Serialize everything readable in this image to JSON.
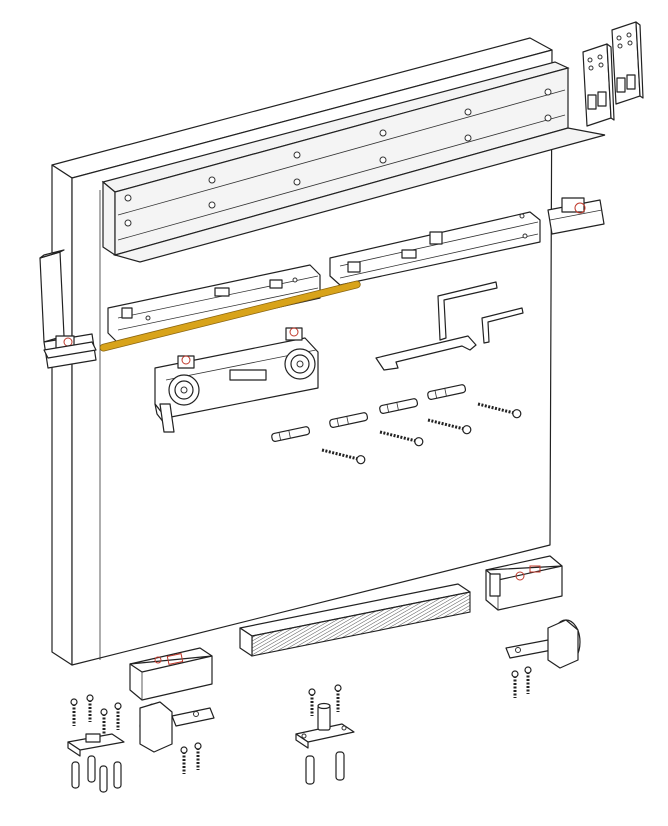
{
  "diagram": {
    "kind": "exploded-hardware-assembly",
    "colors": {
      "outline": "#222222",
      "background": "#ffffff",
      "accent_rod": "#d8a31a",
      "accent_red": "#c0392b",
      "panel_fill": "#ffffff"
    },
    "parts": [
      {
        "name": "door-panel"
      },
      {
        "name": "top-track-rail"
      },
      {
        "name": "end-cap-plates",
        "count": 2
      },
      {
        "name": "soft-close-damper",
        "count": 2
      },
      {
        "name": "track-end-stoppers",
        "count": 3
      },
      {
        "name": "connecting-rod"
      },
      {
        "name": "top-roller-trolley"
      },
      {
        "name": "hex-keys",
        "count": 2
      },
      {
        "name": "spacer-gauge"
      },
      {
        "name": "wall-plugs",
        "count": 4
      },
      {
        "name": "wood-screws",
        "count": 4
      },
      {
        "name": "brush-seal"
      },
      {
        "name": "bottom-guide-blocks",
        "count": 2
      },
      {
        "name": "bottom-guide-wheels",
        "count": 2
      },
      {
        "name": "floor-guide-pin"
      },
      {
        "name": "small-screws-and-plugs"
      }
    ]
  }
}
